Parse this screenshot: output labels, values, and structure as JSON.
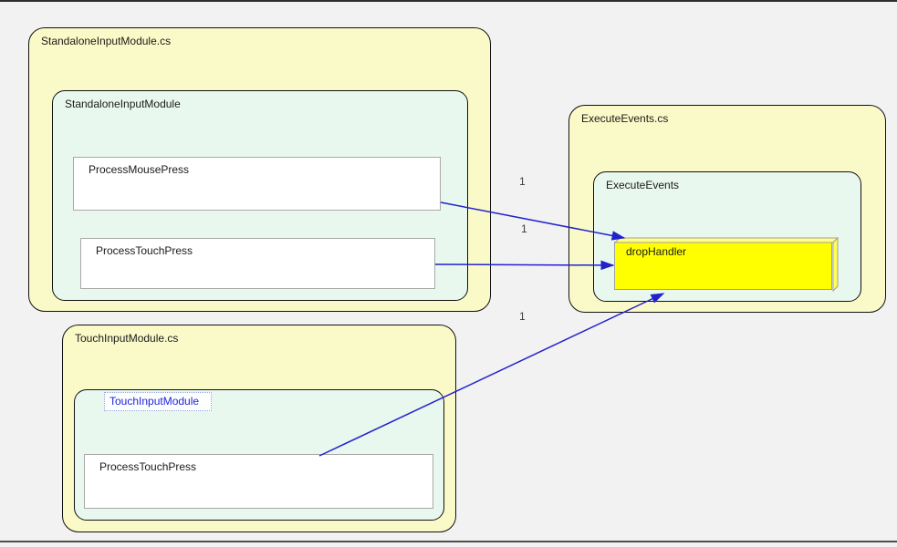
{
  "nodes": {
    "standalone_file": {
      "label": "StandaloneInputModule.cs",
      "type": "file"
    },
    "standalone_class": {
      "label": "StandaloneInputModule",
      "type": "class"
    },
    "process_mouse_press": {
      "label": "ProcessMousePress",
      "type": "method"
    },
    "process_touch_press_standalone": {
      "label": "ProcessTouchPress",
      "type": "method"
    },
    "execute_file": {
      "label": "ExecuteEvents.cs",
      "type": "file"
    },
    "execute_class": {
      "label": "ExecuteEvents",
      "type": "class"
    },
    "drop_handler": {
      "label": "dropHandler",
      "type": "member",
      "highlighted": true
    },
    "touch_file": {
      "label": "TouchInputModule.cs",
      "type": "file"
    },
    "touch_class": {
      "label": "TouchInputModule",
      "type": "class",
      "selected": true
    },
    "process_touch_press_touch": {
      "label": "ProcessTouchPress",
      "type": "method"
    }
  },
  "edges": [
    {
      "from": "ProcessMousePress",
      "to": "dropHandler",
      "label": "1"
    },
    {
      "from": "ProcessTouchPress (StandaloneInputModule)",
      "to": "dropHandler",
      "label": "1"
    },
    {
      "from": "ProcessTouchPress (TouchInputModule)",
      "to": "dropHandler",
      "label": "1"
    }
  ],
  "colors": {
    "file_fill": "#fafac8",
    "class_fill": "#e9f8ef",
    "member_fill": "#ffffff",
    "member_border": "#a8a8a8",
    "highlight_fill": "#ffff00",
    "highlight_top_face": "#ffff84",
    "highlight_side_face": "#ffff54",
    "edge_stroke": "#2222cc",
    "selected_label_text": "#2222dd",
    "background": "#f2f2f2"
  }
}
